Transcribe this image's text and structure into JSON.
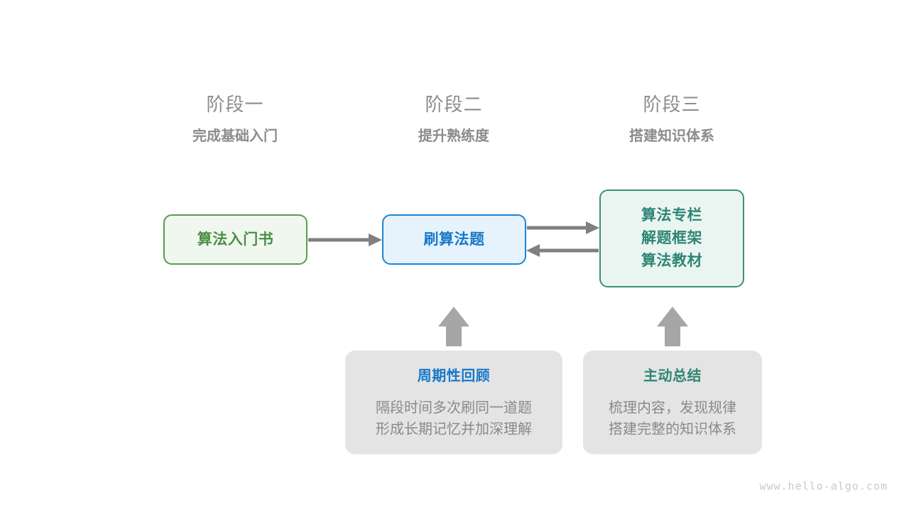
{
  "stages": [
    {
      "title": "阶段一",
      "subtitle": "完成基础入门"
    },
    {
      "title": "阶段二",
      "subtitle": "提升熟练度"
    },
    {
      "title": "阶段三",
      "subtitle": "搭建知识体系"
    }
  ],
  "nodes": {
    "green": {
      "label": "算法入门书",
      "color": "#4a8f46",
      "border": "#5c9a54",
      "fill": "#f0f7ef"
    },
    "blue": {
      "label": "刷算法题",
      "color": "#1878c8",
      "border": "#1b84d4",
      "fill": "#e6f3fd"
    },
    "teal": {
      "lines": [
        "算法专栏",
        "解题框架",
        "算法教材"
      ],
      "color": "#2e8575",
      "border": "#3b8e80",
      "fill": "#eaf5f1"
    }
  },
  "notes": [
    {
      "title": "周期性回顾",
      "title_color": "#1878c8",
      "body_line1": "隔段时间多次刷同一道题",
      "body_line2": "形成长期记忆并加深理解"
    },
    {
      "title": "主动总结",
      "title_color": "#2e8575",
      "body_line1": "梳理内容，发现规律",
      "body_line2": "搭建完整的知识体系"
    }
  ],
  "arrows": {
    "color": "#808080",
    "green_to_blue": "算法入门书 → 刷算法题",
    "blue_to_teal": "刷算法题 → 算法专栏/解题框架/算法教材",
    "teal_to_blue": "算法专栏/解题框架/算法教材 → 刷算法题",
    "review_up": "周期性回顾 ↑ 刷算法题",
    "summary_up": "主动总结 ↑ 算法专栏/解题框架/算法教材"
  },
  "footer": {
    "url": "www.hello-algo.com"
  }
}
